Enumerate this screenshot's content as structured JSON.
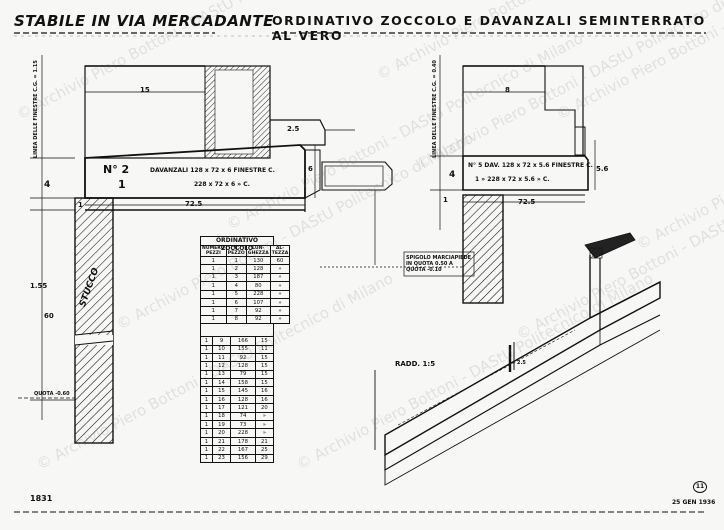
{
  "header": {
    "title_left": "STABILE IN VIA MERCADANTE",
    "title_right": "ORDINATIVO  ZOCCOLO  E  DAVANZALI  SEMINTERRATO  AL VERO"
  },
  "left_detail": {
    "vertical_note": "LINEA DELLE FINESTRE C.G. = 1.15",
    "dim_top": "15",
    "dim_right_small": "2.5",
    "dim_right": "6",
    "dim_left": "4",
    "dim_bottom": "72.5",
    "dim_wall_small": "1",
    "dim_height": "1.55",
    "dim_mid": "60",
    "label_line1_num": "N° 2",
    "label_line1": "DAVANZALI   128 x 72 x 6    FINESTRE  C.",
    "label_line2_num": "1",
    "label_line2": "228 x 72 x 6    »       C.",
    "stucco": "STUCCO",
    "ground_note": "QUOTA  -0.60"
  },
  "right_detail": {
    "vertical_note": "LINEA DELLE FINESTRE C.G. = 0.40",
    "dim_top": "8",
    "dim_right": "5.6",
    "dim_left": "4",
    "dim_bottom": "72.5",
    "dim_foot": "1",
    "label_line1": "N° 5  DAV.  128 x 72 x 5.6   FINESTRE  C.",
    "label_line2": "1   »    228 x 72 x 5.6      »      C.",
    "ground_note": "SPIGOLO MARCIAPIEDE IN QUOTA 0.50 A QUOTA -0.10"
  },
  "table": {
    "title": "ORDINATIVO ZOCCOLO",
    "headers": [
      "NUMERO PEZZI",
      "N. PEZZO",
      "LUN-GHEZZA",
      "AL-TEZZA"
    ],
    "rows1": [
      [
        "1",
        "1",
        "130",
        "60"
      ],
      [
        "1",
        "2",
        "128",
        "»"
      ],
      [
        "1",
        "3",
        "187",
        "»"
      ],
      [
        "1",
        "4",
        "80",
        "»"
      ],
      [
        "1",
        "5",
        "228",
        "»"
      ],
      [
        "1",
        "6",
        "107",
        "»"
      ],
      [
        "1",
        "7",
        "92",
        "»"
      ],
      [
        "1",
        "8",
        "92",
        "»"
      ]
    ],
    "rows2": [
      [
        "1",
        "9",
        "166",
        "15"
      ],
      [
        "1",
        "10",
        "155",
        "11"
      ],
      [
        "1",
        "11",
        "92",
        "15"
      ],
      [
        "1",
        "12",
        "128",
        "15"
      ],
      [
        "1",
        "13",
        "79",
        "15"
      ],
      [
        "1",
        "14",
        "158",
        "15"
      ],
      [
        "1",
        "15",
        "145",
        "16"
      ],
      [
        "1",
        "16",
        "128",
        "16"
      ],
      [
        "1",
        "17",
        "121",
        "20"
      ],
      [
        "1",
        "18",
        "74",
        "»"
      ],
      [
        "1",
        "19",
        "73",
        "»"
      ],
      [
        "1",
        "20",
        "228",
        "»"
      ],
      [
        "1",
        "21",
        "178",
        "21"
      ],
      [
        "1",
        "22",
        "167",
        "25"
      ],
      [
        "1",
        "23",
        "156",
        "29"
      ]
    ]
  },
  "ramp": {
    "label": "RADD. 1:5",
    "dim_small": "2.5"
  },
  "footer": {
    "sheet_no": "1831",
    "stamp_date": "25 GEN 1936",
    "stamp_no": "11"
  },
  "watermark": {
    "text": "© Archivio Piero Bottoni - DAStU Politecnico di Milano"
  }
}
